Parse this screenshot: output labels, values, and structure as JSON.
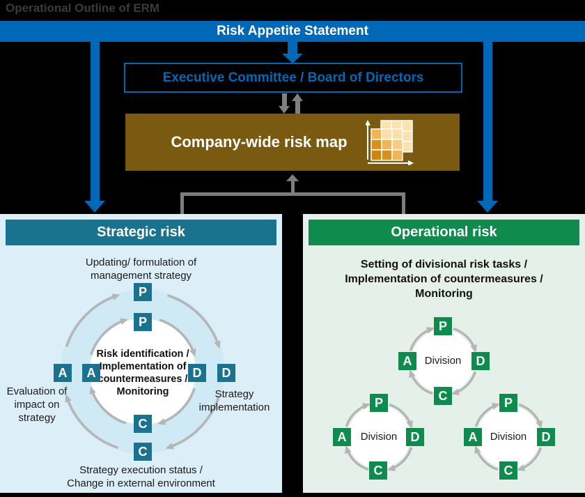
{
  "title": "Operational Outline of ERM",
  "banner": {
    "label": "Risk Appetite Statement"
  },
  "committee": {
    "label": "Executive Committee / Board of Directors"
  },
  "risk_map": {
    "label": "Company-wide risk map",
    "icon": "risk-map-grid-icon",
    "colors": {
      "box_bg": "#7a5a10",
      "back_cell": "#fbe3af",
      "cells": [
        "#f2b454",
        "#fadfa9",
        "#fadfa9",
        "#d8911d",
        "#f2b454",
        "#f6cd83",
        "#cc860f",
        "#d8911d",
        "#f2b454"
      ]
    }
  },
  "pdca": {
    "p": "P",
    "d": "D",
    "c": "C",
    "a": "A"
  },
  "strategic": {
    "header": "Strategic risk",
    "top_label": "Updating/ formulation of\nmanagement strategy",
    "center_label": "Risk identification /\nImplementation of\ncountermeasures /\nMonitoring",
    "left_label": "Evaluation of\nimpact on\nstrategy",
    "right_label": "Strategy\nimplementation",
    "bottom_label": "Strategy execution status /\nChange in external environment"
  },
  "operational": {
    "header": "Operational risk",
    "top_label": "Setting of divisional risk tasks /\nImplementation of countermeasures /\nMonitoring",
    "division_label": "Division"
  },
  "colors": {
    "accent_blue": "#0068b7",
    "teal": "#19738f",
    "green": "#0f8b4e",
    "brown": "#7a5a10",
    "panel_blue_bg": "#dceef8",
    "panel_green_bg": "#e6f0ea",
    "ring_fill": "#cfe9f5",
    "straight_arrow_grey": "#808080",
    "bracket_grey": "#7d7d7d",
    "cycle_arrow_grey": "#b5b5b5",
    "title_text": "#3e3a39"
  }
}
